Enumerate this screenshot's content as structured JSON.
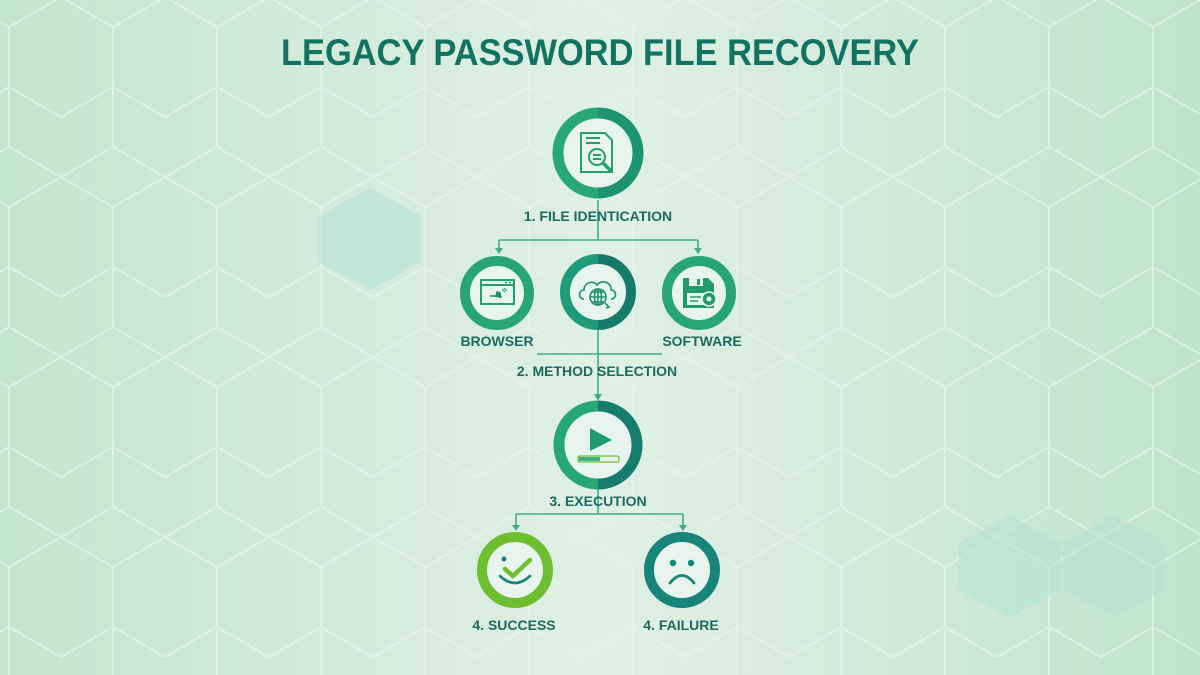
{
  "title": "LEGACY PASSWORD FILE RECOVERY",
  "colors": {
    "title": "#137362",
    "label": "#1c6b5e",
    "ring_green": "#24a36e",
    "ring_teal": "#17826f",
    "success": "#6dbf2f",
    "failure": "#17857a",
    "connector": "#3fae82"
  },
  "steps": {
    "identification": {
      "label": "1. FILE IDENTICATION",
      "icon": "document-search-icon"
    },
    "method_selection": {
      "label": "2. METHOD SELECTION",
      "options": [
        {
          "label": "BROWSER",
          "icon": "browser-window-icon"
        },
        {
          "label": "",
          "icon": "cloud-globe-icon"
        },
        {
          "label": "SOFTWARE",
          "icon": "floppy-gear-icon"
        }
      ]
    },
    "execution": {
      "label": "3. EXECUTION",
      "icon": "play-progress-icon"
    },
    "outcomes": [
      {
        "label": "4. SUCCESS",
        "icon": "smile-check-icon"
      },
      {
        "label": "4. FAILURE",
        "icon": "sad-face-icon"
      }
    ]
  }
}
